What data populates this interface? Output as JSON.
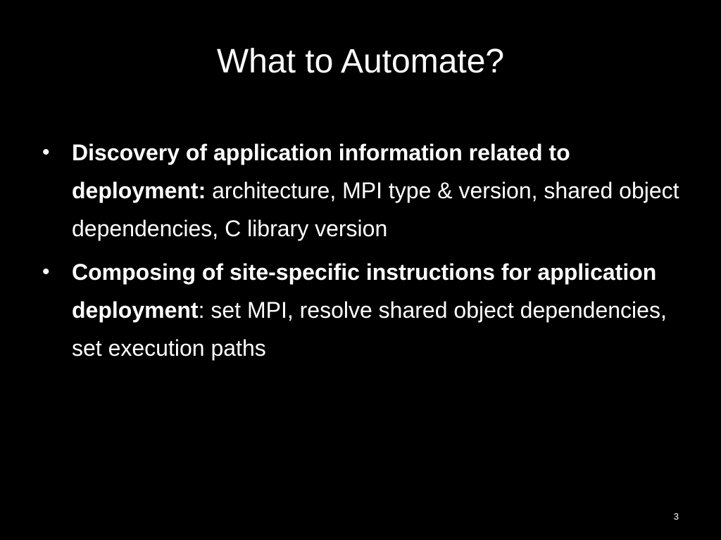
{
  "slide": {
    "title": "What to Automate?",
    "bullet_marker": "•",
    "bullets": [
      {
        "lead": "Discovery of application information related to deployment:",
        "rest": " architecture, MPI type & version, shared object dependencies, C library version"
      },
      {
        "lead": "Composing of site-specific instructions for application deployment",
        "rest": ": set MPI, resolve shared object dependencies, set execution paths"
      }
    ],
    "page_number": "3"
  },
  "colors": {
    "background": "#000000",
    "text": "#ffffff"
  }
}
